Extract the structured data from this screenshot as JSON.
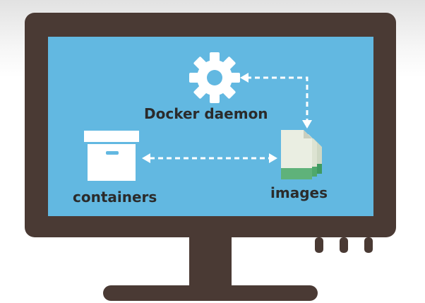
{
  "diagram": {
    "nodes": {
      "daemon": {
        "label": "Docker daemon",
        "icon": "gear-icon"
      },
      "containers": {
        "label": "containers",
        "icon": "box-icon"
      },
      "images": {
        "label": "images",
        "icon": "document-stack-icon"
      }
    },
    "connections": [
      {
        "from": "daemon",
        "to": "images",
        "style": "dashed",
        "direction": "both"
      },
      {
        "from": "containers",
        "to": "images",
        "style": "dashed",
        "direction": "both"
      }
    ]
  },
  "colors": {
    "screen": "#62b8e1",
    "monitor_frame": "#4a3a34",
    "stand": "#4a3a34",
    "icon_white": "#ffffff",
    "image_doc_light": "#e9e9df",
    "image_doc_green": "#5fb27a",
    "label_text": "#2b2b2b"
  }
}
